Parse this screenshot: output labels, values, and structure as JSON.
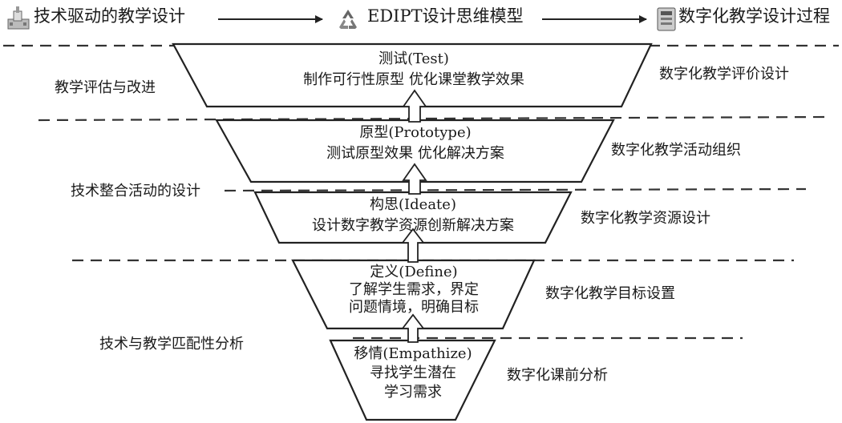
{
  "header": {
    "items": [
      {
        "label": "技术驱动的教学设计",
        "icon": "building-icon"
      },
      {
        "label": "EDIPT设计思维模型",
        "icon": "recycle-icon"
      },
      {
        "label": "数字化教学设计过程",
        "icon": "computer-icon"
      }
    ]
  },
  "phases_left": [
    "教学评估与改进",
    "技术整合活动的设计",
    "技术与教学匹配性分析"
  ],
  "stages": [
    {
      "title": "测试(Test)",
      "lines": [
        "制作可行性原型  优化课堂教学效果"
      ],
      "right": "数字化教学评价设计"
    },
    {
      "title": "原型(Prototype)",
      "lines": [
        "测试原型效果  优化解决方案"
      ],
      "right": "数字化教学活动组织"
    },
    {
      "title": "构思(Ideate)",
      "lines": [
        "设计数字教学资源创新解决方案"
      ],
      "right": "数字化教学资源设计"
    },
    {
      "title": "定义(Define)",
      "lines": [
        "了解学生需求，界定",
        "问题情境，明确目标"
      ],
      "right": "数字化教学目标设置"
    },
    {
      "title": "移情(Empathize)",
      "lines": [
        "寻找学生潜在",
        "学习需求"
      ],
      "right": "数字化课前分析"
    }
  ],
  "colors": {
    "line": "#222222",
    "arrow_fill": "#ffffff",
    "dash": "#333333"
  }
}
